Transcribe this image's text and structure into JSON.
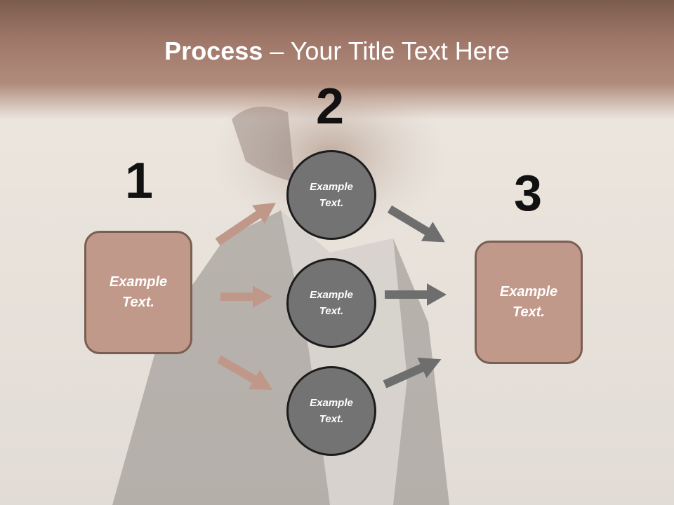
{
  "title": {
    "bold": "Process",
    "rest": " – Your Title Text Here"
  },
  "steps": [
    {
      "number": "1",
      "label": "Example Text."
    },
    {
      "number": "2",
      "label": "Example Text."
    },
    {
      "number": "3",
      "label": "Example Text."
    }
  ],
  "middle": [
    {
      "label": "Example Text."
    },
    {
      "label": "Example Text."
    },
    {
      "label": "Example Text."
    }
  ],
  "colors": {
    "box": "#c1998a",
    "circle": "#737373",
    "arrow_in": "#c0988a",
    "arrow_out": "#6e6e6e",
    "title_bar": "#a0786a"
  }
}
